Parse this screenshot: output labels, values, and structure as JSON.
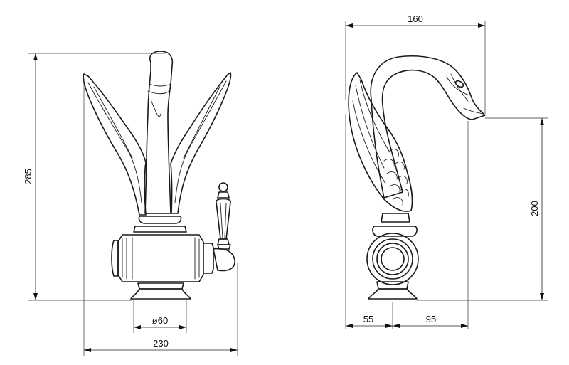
{
  "dimensions": {
    "front_height": "285",
    "base_diameter": "ø60",
    "front_width": "230",
    "side_width": "160",
    "spout_height": "200",
    "base_offset": "55",
    "spout_reach": "95"
  }
}
